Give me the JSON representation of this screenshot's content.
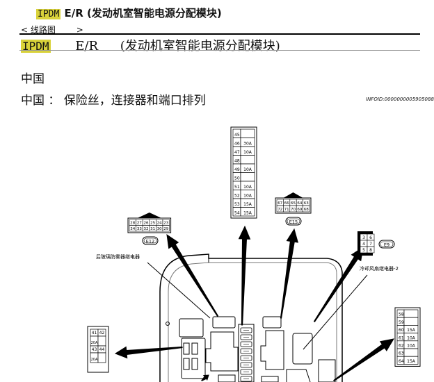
{
  "header": {
    "ipdm": "IPDM",
    "title": "E/R (发动机室智能电源分配模块)"
  },
  "breadcrumb": {
    "back": "< 线路图",
    "next": ">"
  },
  "section": {
    "ipdm": "IPDM",
    "er": "E/R",
    "desc": "(发动机室智能电源分配模块)"
  },
  "region": "中国",
  "subtitle": "中国 ： 保险丝，连接器和端口排列",
  "info_code": "INFOID:0000000005905088",
  "diagram": {
    "fuse_block_top": [
      {
        "n": "45",
        "a": ""
      },
      {
        "n": "46",
        "a": "30A"
      },
      {
        "n": "47",
        "a": "10A"
      },
      {
        "n": "48",
        "a": ""
      },
      {
        "n": "49",
        "a": "10A"
      },
      {
        "n": "50",
        "a": ""
      },
      {
        "n": "51",
        "a": "10A"
      },
      {
        "n": "52",
        "a": "10A"
      },
      {
        "n": "53",
        "a": "15A"
      },
      {
        "n": "54",
        "a": "15A"
      }
    ],
    "fuse_block_right": [
      {
        "n": "58",
        "a": ""
      },
      {
        "n": "59",
        "a": ""
      },
      {
        "n": "60",
        "a": "15A"
      },
      {
        "n": "61",
        "a": "10A"
      },
      {
        "n": "62",
        "a": "10A"
      },
      {
        "n": "63",
        "a": ""
      },
      {
        "n": "64",
        "a": "15A"
      }
    ],
    "fuse_block_left": [
      [
        "41",
        "42"
      ],
      [
        "20A",
        ""
      ],
      [
        "43",
        "44"
      ],
      [
        "20A",
        ""
      ]
    ],
    "e12": {
      "label": "E12",
      "row1": [
        "28",
        "27",
        "26",
        "25",
        "24",
        "23"
      ],
      "row2": [
        "34",
        "33",
        "32",
        "31",
        "30",
        "29"
      ]
    },
    "e15": {
      "label": "E15",
      "row1": [
        "67",
        "66",
        "65",
        "64",
        "63"
      ],
      "row2": [
        "72",
        "71",
        "70",
        "69",
        "68"
      ]
    },
    "e9": {
      "label": "E9",
      "rows": [
        [
          "3",
          "6"
        ],
        [
          "4",
          "7"
        ],
        [
          "5",
          "8"
        ]
      ]
    },
    "label_rear_defogger": "后玻璃防雾器继电器",
    "label_cooling_fan": "冷却风扇继电器-2"
  }
}
